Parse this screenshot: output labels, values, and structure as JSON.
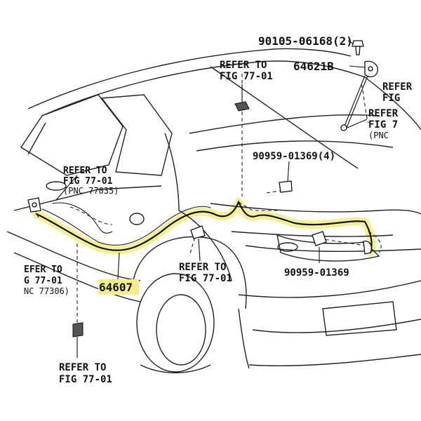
{
  "labels": {
    "bolt_part": "90105-06168(2)",
    "stay_part": "64621B",
    "refer_top_1": "REFER TO",
    "refer_top_2": "FIG 77-01",
    "refer_right_a1": "REFER",
    "refer_right_a2": "FIG",
    "refer_right_b1": "REFER",
    "refer_right_b2": "FIG 7",
    "refer_right_b3": "(PNC",
    "clip_part_4": "90959-01369(4)",
    "refer_left_1": "REFER TO",
    "refer_left_2": "FIG 77-01",
    "refer_left_pnc": "(PNC 77035)",
    "refer_far_left_1": "EFER TO",
    "refer_far_left_2": "G 77-01",
    "refer_far_left_pnc": "NC 77306)",
    "refer_mid_1": "REFER TO",
    "refer_mid_2": "FIG 77-01",
    "clip_part": "90959-01369",
    "cable_part": "64607",
    "refer_bottom_1": "REFER TO",
    "refer_bottom_2": "FIG 77-01"
  },
  "colors": {
    "highlight": "#f3ee8a",
    "line": "#222222",
    "background": "#ffffff"
  }
}
